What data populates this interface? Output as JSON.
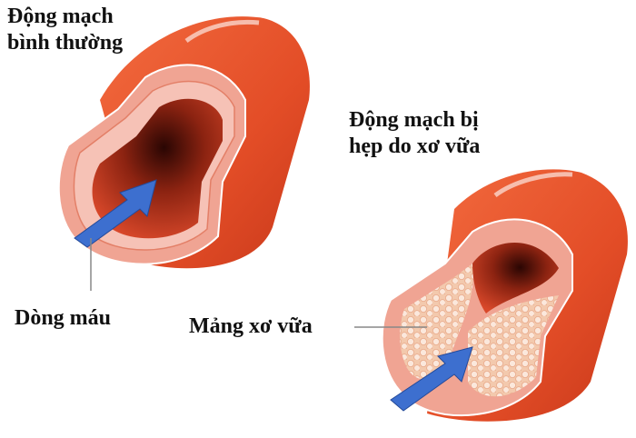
{
  "diagram": {
    "normal_artery": {
      "title_line1": "Động mạch",
      "title_line2": "bình thường",
      "callout": "Dòng máu"
    },
    "narrowed_artery": {
      "title_line1": "Động mạch bị",
      "title_line2": "hẹp do xơ vữa",
      "callout": "Mảng xơ vữa"
    },
    "colors": {
      "artery_outer": "#e8502a",
      "artery_dark": "#c83a1c",
      "wall_pink": "#f3b3a5",
      "lumen_dark": "#5a1208",
      "arrow_blue": "#3d6fcf",
      "plaque": "#f5d9c6"
    }
  }
}
